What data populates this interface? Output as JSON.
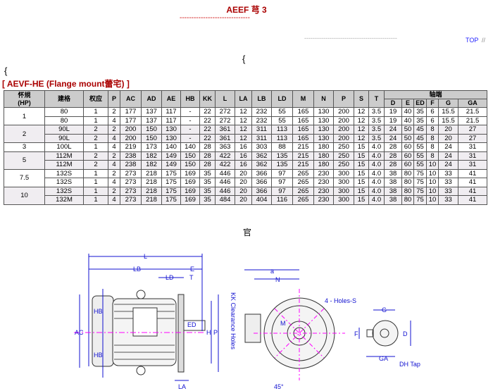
{
  "title": "AEEF 芎 3",
  "title_rule": "------------------------------",
  "top_rule": "--------------------------------------------",
  "top_link": "TOP",
  "top_slash": "//",
  "brace1": "{",
  "brace2": "{",
  "section_title": "[ AEVF-HE (Flange mount蕾宅) ]",
  "table": {
    "headers": [
      "怀規\n(HP)",
      "建格",
      "权应",
      "P",
      "AC",
      "AD",
      "AE",
      "HB",
      "KK",
      "L",
      "LA",
      "LB",
      "LD",
      "M",
      "N",
      "P",
      "S",
      "T"
    ],
    "shaft_header": "轴端",
    "shaft_cols": [
      "D",
      "E",
      "ED",
      "F",
      "G",
      "GA"
    ],
    "groups": [
      {
        "hp": "1",
        "shaded": false,
        "rows": [
          [
            "80",
            "1",
            "2",
            "177",
            "137",
            "117",
            "-",
            "22",
            "272",
            "12",
            "232",
            "55",
            "165",
            "130",
            "200",
            "12",
            "3.5",
            "19",
            "40",
            "35",
            "6",
            "15.5",
            "21.5"
          ],
          [
            "80",
            "1",
            "4",
            "177",
            "137",
            "117",
            "-",
            "22",
            "272",
            "12",
            "232",
            "55",
            "165",
            "130",
            "200",
            "12",
            "3.5",
            "19",
            "40",
            "35",
            "6",
            "15.5",
            "21.5"
          ]
        ]
      },
      {
        "hp": "2",
        "shaded": true,
        "rows": [
          [
            "90L",
            "2",
            "2",
            "200",
            "150",
            "130",
            "-",
            "22",
            "361",
            "12",
            "311",
            "113",
            "165",
            "130",
            "200",
            "12",
            "3.5",
            "24",
            "50",
            "45",
            "8",
            "20",
            "27"
          ],
          [
            "90L",
            "2",
            "4",
            "200",
            "150",
            "130",
            "-",
            "22",
            "361",
            "12",
            "311",
            "113",
            "165",
            "130",
            "200",
            "12",
            "3.5",
            "24",
            "50",
            "45",
            "8",
            "20",
            "27"
          ]
        ]
      },
      {
        "hp": "3",
        "shaded": false,
        "rows": [
          [
            "100L",
            "1",
            "4",
            "219",
            "173",
            "140",
            "140",
            "28",
            "363",
            "16",
            "303",
            "88",
            "215",
            "180",
            "250",
            "15",
            "4.0",
            "28",
            "60",
            "55",
            "8",
            "24",
            "31"
          ]
        ]
      },
      {
        "hp": "5",
        "shaded": true,
        "rows": [
          [
            "112M",
            "2",
            "2",
            "238",
            "182",
            "149",
            "150",
            "28",
            "422",
            "16",
            "362",
            "135",
            "215",
            "180",
            "250",
            "15",
            "4.0",
            "28",
            "60",
            "55",
            "8",
            "24",
            "31"
          ],
          [
            "112M",
            "2",
            "4",
            "238",
            "182",
            "149",
            "150",
            "28",
            "422",
            "16",
            "362",
            "135",
            "215",
            "180",
            "250",
            "15",
            "4.0",
            "28",
            "60",
            "55",
            "10",
            "24",
            "31"
          ]
        ]
      },
      {
        "hp": "7.5",
        "shaded": false,
        "rows": [
          [
            "132S",
            "1",
            "2",
            "273",
            "218",
            "175",
            "169",
            "35",
            "446",
            "20",
            "366",
            "97",
            "265",
            "230",
            "300",
            "15",
            "4.0",
            "38",
            "80",
            "75",
            "10",
            "33",
            "41"
          ],
          [
            "132S",
            "1",
            "4",
            "273",
            "218",
            "175",
            "169",
            "35",
            "446",
            "20",
            "366",
            "97",
            "265",
            "230",
            "300",
            "15",
            "4.0",
            "38",
            "80",
            "75",
            "10",
            "33",
            "41"
          ]
        ]
      },
      {
        "hp": "10",
        "shaded": true,
        "rows": [
          [
            "132S",
            "1",
            "2",
            "273",
            "218",
            "175",
            "169",
            "35",
            "446",
            "20",
            "366",
            "97",
            "265",
            "230",
            "300",
            "15",
            "4.0",
            "38",
            "80",
            "75",
            "10",
            "33",
            "41"
          ],
          [
            "132M",
            "1",
            "4",
            "273",
            "218",
            "175",
            "169",
            "35",
            "484",
            "20",
            "404",
            "116",
            "265",
            "230",
            "300",
            "15",
            "4.0",
            "38",
            "80",
            "75",
            "10",
            "33",
            "41"
          ]
        ]
      }
    ]
  },
  "figure_label": "官",
  "drawing": {
    "side_labels": [
      "L",
      "LB",
      "E",
      "LD",
      "T",
      "HB",
      "HB",
      "AC",
      "ED",
      "H",
      "P",
      "LA"
    ],
    "front_labels": [
      "a",
      "N",
      "KK Clearance Holes",
      "4 - Holes-S",
      "M",
      "45°"
    ],
    "shaft_labels": [
      "G",
      "F",
      "D",
      "GA",
      "DH Tap"
    ]
  },
  "colors": {
    "accent": "#aa0000",
    "dim": "#1010d0",
    "center": "#ff00ff"
  }
}
